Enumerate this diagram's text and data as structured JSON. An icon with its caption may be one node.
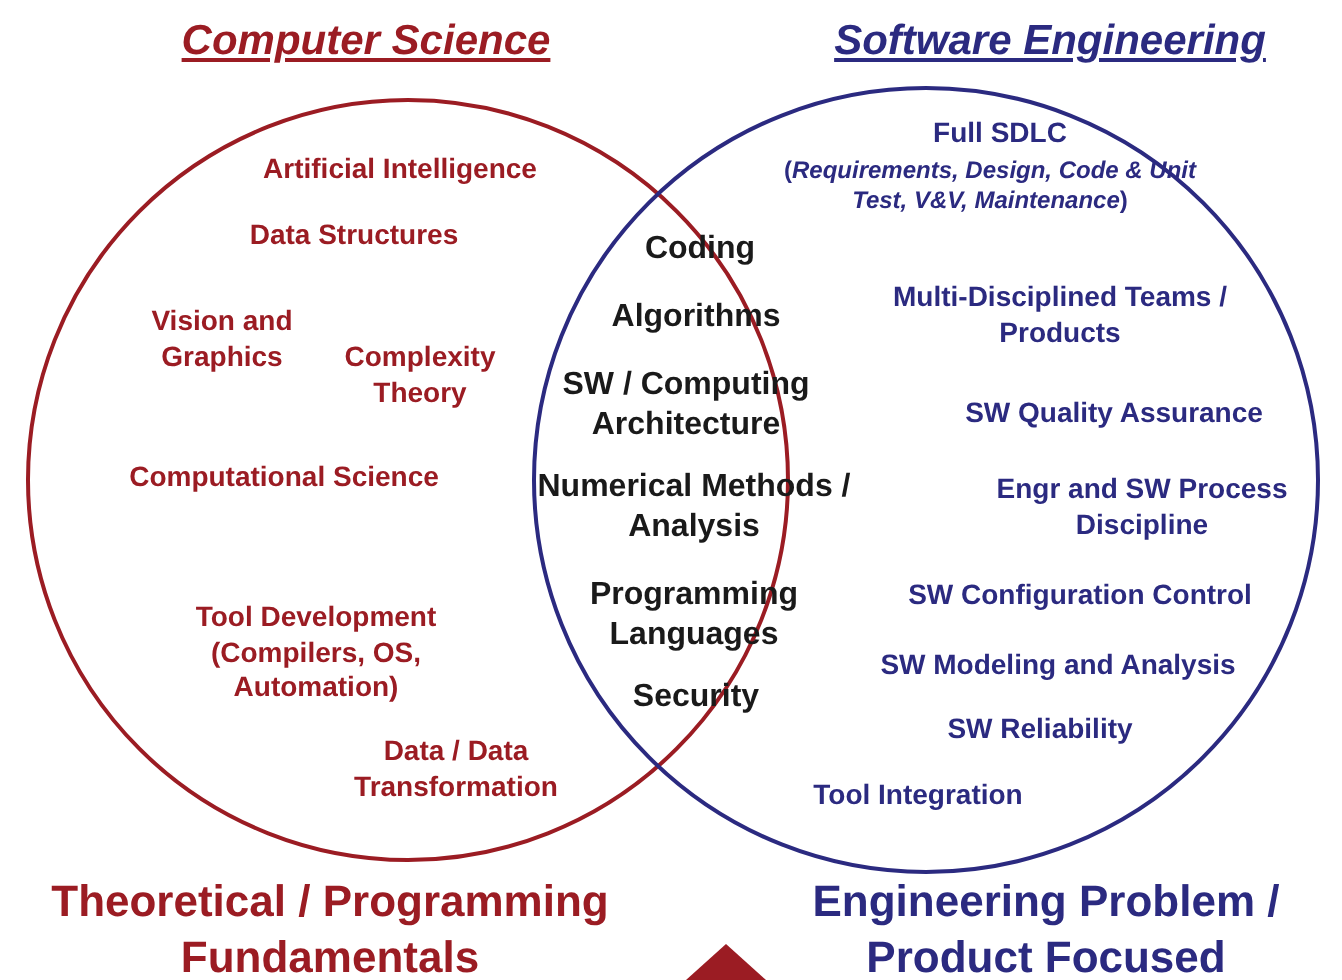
{
  "diagram": {
    "nodes": [
      {
        "text": [
          "Computer Science"
        ]
      },
      {
        "text": [
          "Software Engineering"
        ]
      }
    ],
    "labels": [
      "Artificial Intelligence",
      "Data Structures",
      "Vision and Graphics",
      "Complexity Theory",
      "Computational Science",
      "Tool Development (Compilers, OS, Automation)",
      "Data / Data Transformation",
      "Coding",
      "Algorithms",
      "SW / Computing Architecture",
      "Numerical Methods / Analysis",
      "Programming Languages",
      "Security",
      "Full SDLC",
      "(*Requirements, Design, Code & Unit Test, V&V, Maintenance*)",
      "Multi-Disciplined Teams / Products",
      "SW Quality Assurance",
      "Engr and SW Process Discipline",
      "SW Configuration Control",
      "SW Modeling and Analysis",
      "SW Reliability",
      "Tool Integration",
      "Theoretical / Programming Fundamentals",
      "Engineering Problem / Product Focused"
    ]
  }
}
